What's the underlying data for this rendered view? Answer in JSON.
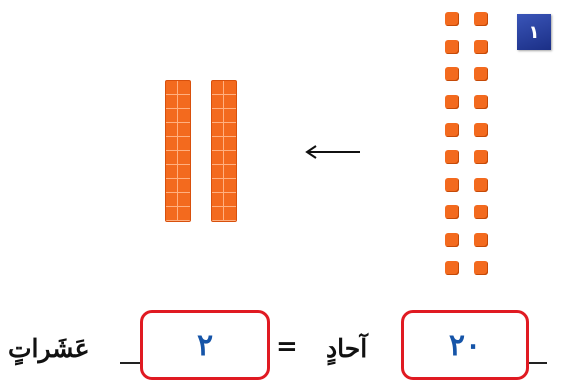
{
  "question": {
    "number": "١"
  },
  "ones_model": {
    "count": 20,
    "color": "#f36a1e"
  },
  "tens_model": {
    "count": 2,
    "color": "#f36a1e"
  },
  "arrow": {
    "icon": "left-arrow-icon",
    "color": "#111111"
  },
  "equation": {
    "ones_value": "٢٠",
    "ones_label": "آحادٍ",
    "equals": "=",
    "tens_value": "٢",
    "tens_label": "عَشَراتٍ",
    "box_color": "#e01a22",
    "value_color": "#1554a8"
  }
}
